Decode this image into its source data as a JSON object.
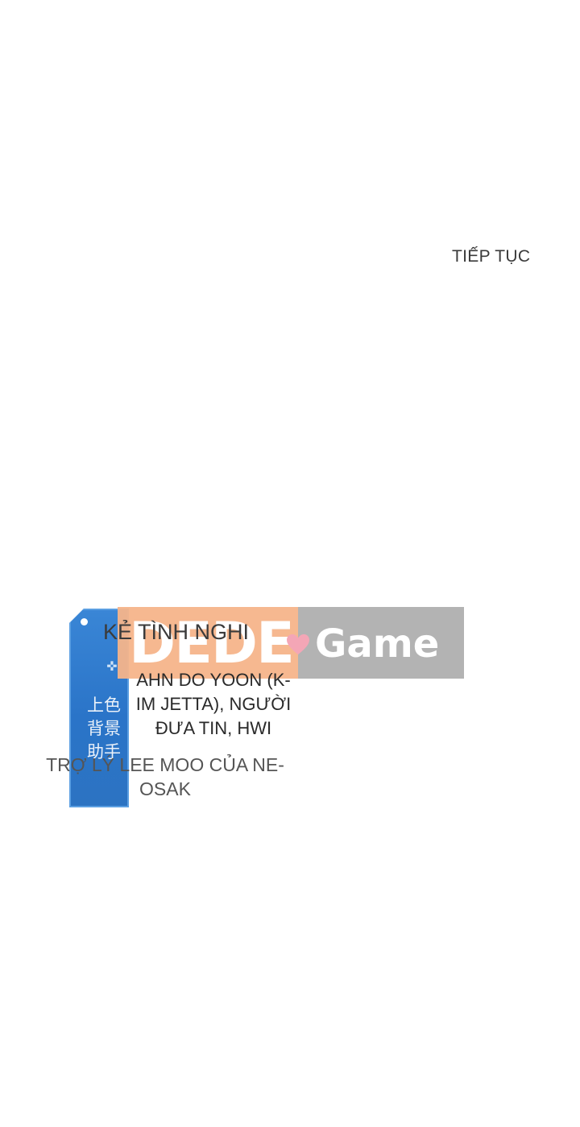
{
  "continue_label": "TIẾP TỤC",
  "tag": {
    "glyphs": "上色\n背景\n助手",
    "emblem_icon": "shuriken-icon",
    "color": "#2a74c8"
  },
  "watermark": {
    "brand_left": "DEDE",
    "brand_right": "Game",
    "left_color": "#f6b48a",
    "right_color": "#b3b3b3",
    "heart_color": "#f4a6b6"
  },
  "card": {
    "role": "KẺ TÌNH NGHI",
    "name": "AHN DO YOON (K-IM JETTA), NGƯỜI ĐƯA TIN, HWI",
    "assistant": "TRỢ LÝ LEE MOO CỦA NE-OSAK"
  }
}
